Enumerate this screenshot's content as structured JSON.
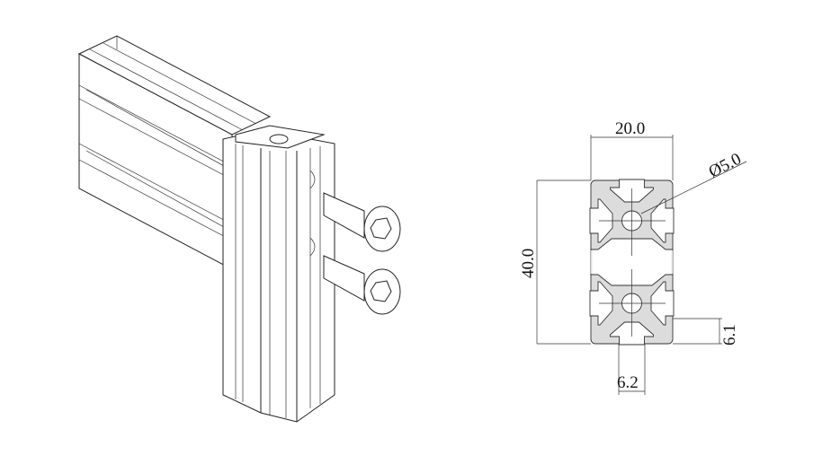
{
  "drawing": {
    "title": "2040 aluminium extrusion profile with corner joint",
    "dimensions": {
      "width": "20.0",
      "height": "40.0",
      "bore": "Ø5.0",
      "slot_depth": "6.1",
      "slot_width": "6.2"
    }
  }
}
